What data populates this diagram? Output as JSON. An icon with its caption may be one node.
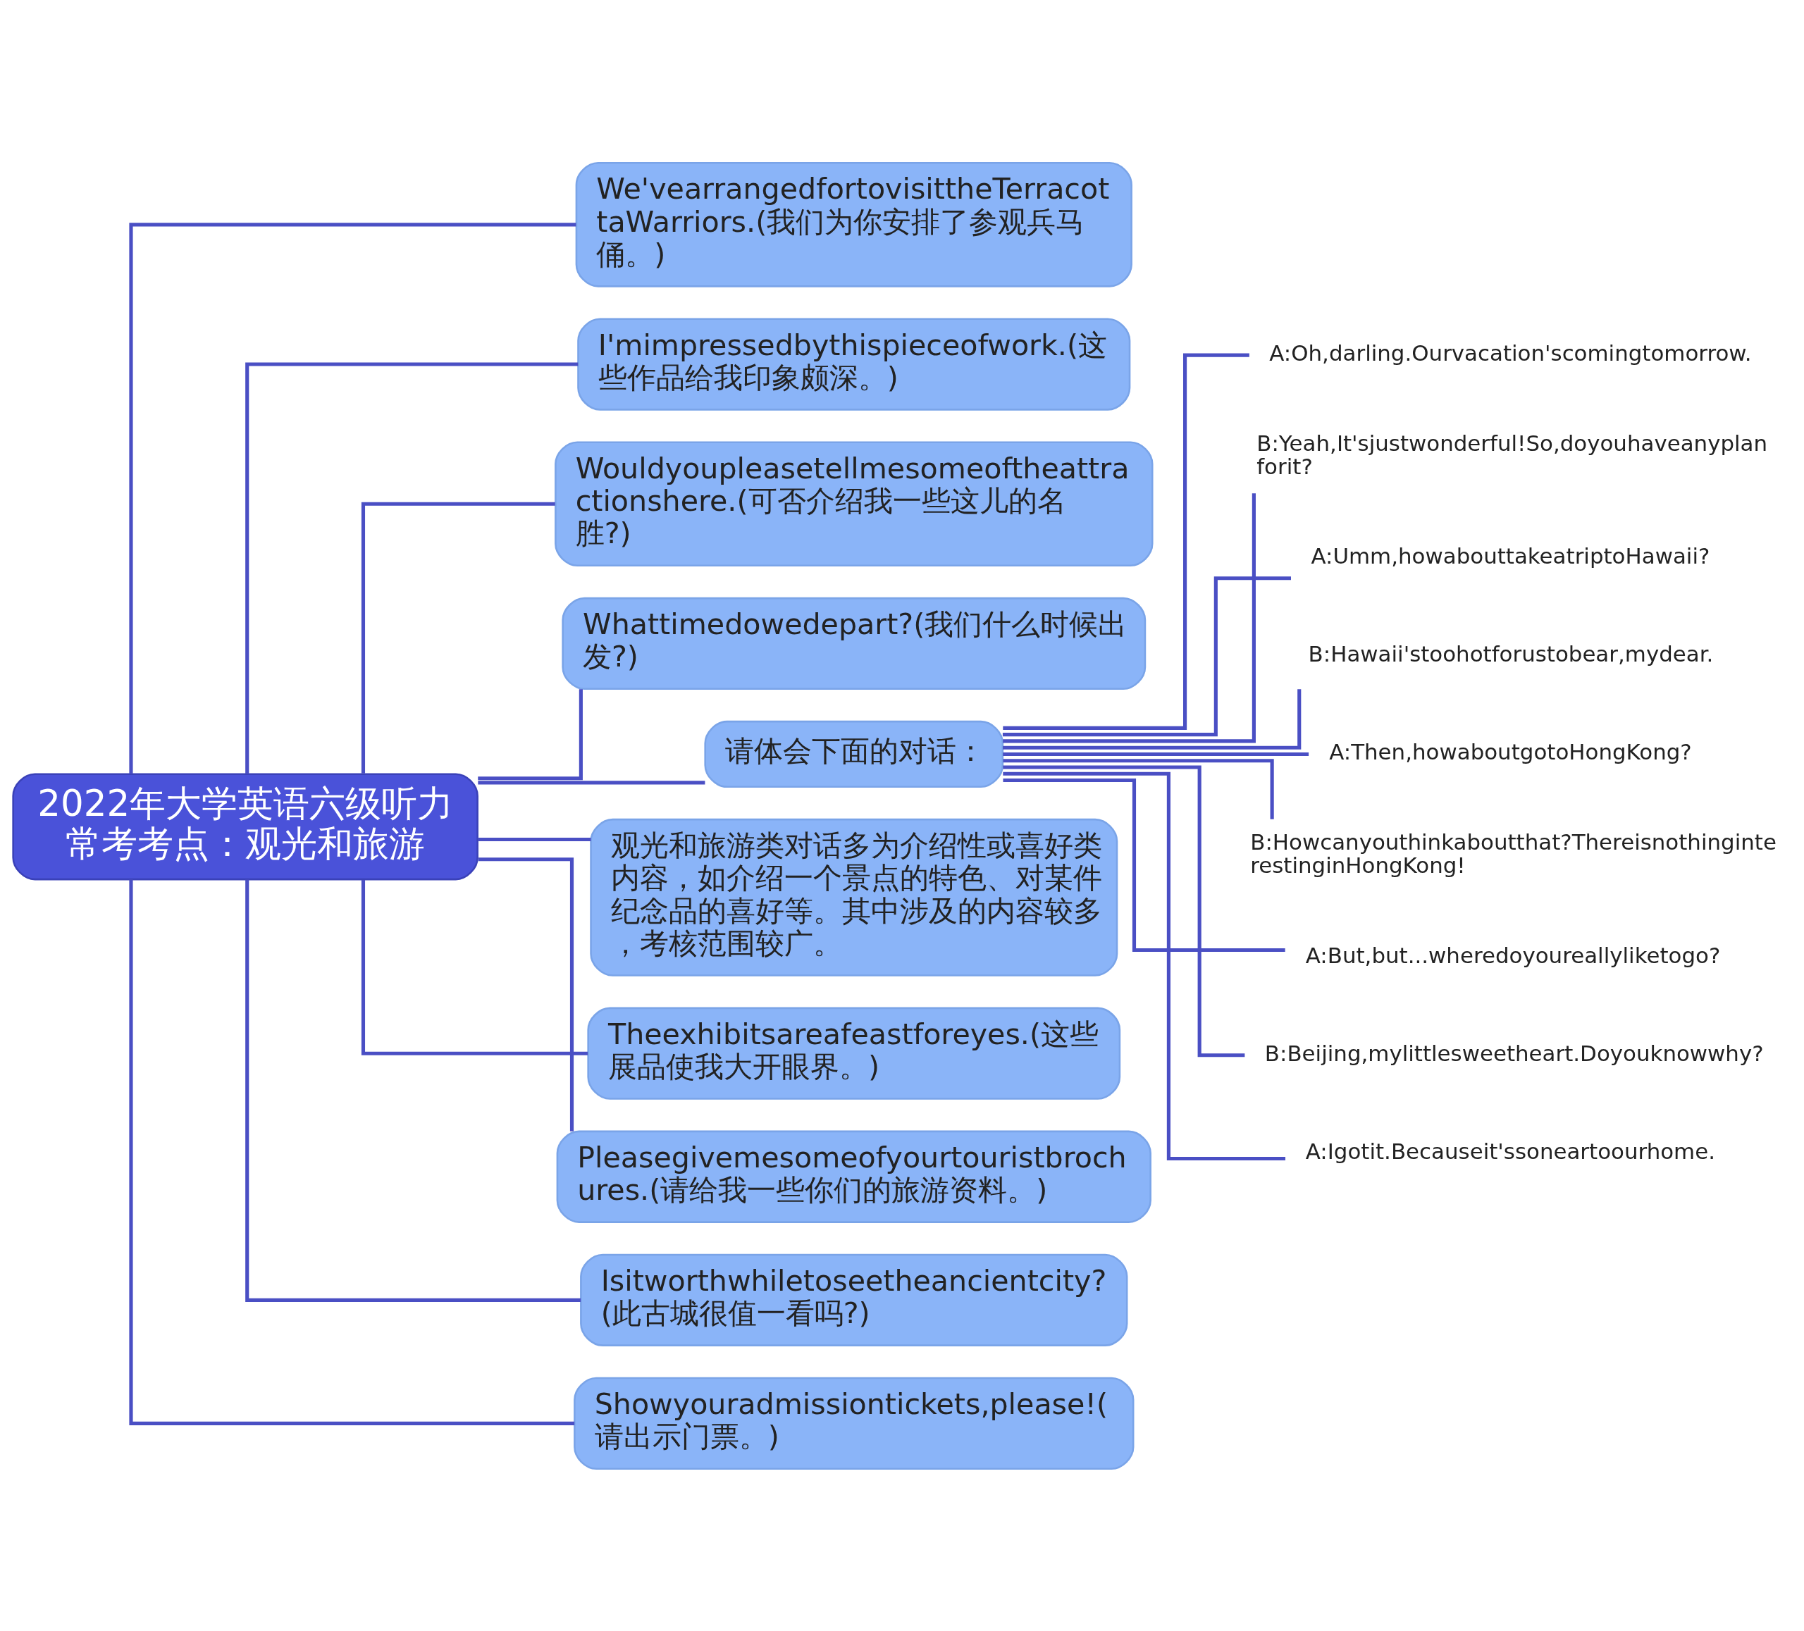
{
  "diagram": {
    "nodes": [
      {
        "text": [
          "2022年大学英语六级听力常考考点：观光和旅游"
        ]
      },
      {
        "text": [
          "We'vearrangedfortovisittheTerracottaWarriors.(我们为你安排了参观兵马俑。)"
        ]
      },
      {
        "text": [
          "I'mimpressedbythispieceofwork.(这些作品给我印象颇深。)"
        ]
      },
      {
        "text": [
          "Wouldyoupleasetellmesomeoftheattractionshere.(可否介绍我一些这儿的名胜?)"
        ]
      },
      {
        "text": [
          "Whattimedowedepart?(我们什么时候出发?)"
        ]
      },
      {
        "text": [
          "请体会下面的对话："
        ]
      },
      {
        "text": [
          "A:Oh,darling.Ourvacation'scomingtomorrow."
        ]
      },
      {
        "text": [
          "B:Yeah,It'sjustwonderful!So,doyouhaveanyplanforit?"
        ]
      },
      {
        "text": [
          "A:Umm,howabouttakeatriptoHawaii?"
        ]
      },
      {
        "text": [
          "B:Hawaii'stoohotforustobear,mydear."
        ]
      },
      {
        "text": [
          "A:Then,howaboutgotoHongKong?"
        ]
      },
      {
        "text": [
          "B:Howcanyouthinkaboutthat?ThereisnothinginterestinginHongKong!"
        ]
      },
      {
        "text": [
          "A:But,but...wheredoyoureallyliketogo?"
        ]
      },
      {
        "text": [
          "B:Beijing,mylittlesweetheart.Doyouknowwhy?"
        ]
      },
      {
        "text": [
          "A:Igotit.Becauseit'ssoneartoourhome."
        ]
      },
      {
        "text": [
          "观光和旅游类对话多为介绍性或喜好类内容，如介绍一个景点的特色、对某件纪念品的喜好等。其中涉及的内容较多，考核范围较广。"
        ]
      },
      {
        "text": [
          "Theexhibitsareafeastforeyes.(这些展品使我大开眼界。)"
        ]
      },
      {
        "text": [
          "Pleasegivemesomeofyourtouristbrochures.(请给我一些你们的旅游资料。)"
        ]
      },
      {
        "text": [
          "Isitworthwhiletoseetheancientcity?(此古城很值一看吗?)"
        ]
      },
      {
        "text": [
          "Showyouradmissiontickets,please!(请出示门票。)"
        ]
      }
    ],
    "edges": [
      {
        "from": 0,
        "to": 1,
        "arrow": "none"
      },
      {
        "from": 0,
        "to": 2,
        "arrow": "none"
      },
      {
        "from": 0,
        "to": 3,
        "arrow": "none"
      },
      {
        "from": 0,
        "to": 4,
        "arrow": "none"
      },
      {
        "from": 0,
        "to": 5,
        "arrow": "none"
      },
      {
        "from": 5,
        "to": 6,
        "arrow": "none"
      },
      {
        "from": 5,
        "to": 7,
        "arrow": "none"
      },
      {
        "from": 5,
        "to": 8,
        "arrow": "none"
      },
      {
        "from": 5,
        "to": 9,
        "arrow": "none"
      },
      {
        "from": 5,
        "to": 10,
        "arrow": "none"
      },
      {
        "from": 5,
        "to": 11,
        "arrow": "none"
      },
      {
        "from": 5,
        "to": 12,
        "arrow": "none"
      },
      {
        "from": 5,
        "to": 13,
        "arrow": "none"
      },
      {
        "from": 5,
        "to": 14,
        "arrow": "none"
      },
      {
        "from": 0,
        "to": 15,
        "arrow": "none"
      },
      {
        "from": 0,
        "to": 16,
        "arrow": "none"
      },
      {
        "from": 0,
        "to": 17,
        "arrow": "none"
      },
      {
        "from": 0,
        "to": 18,
        "arrow": "none"
      },
      {
        "from": 0,
        "to": 19,
        "arrow": "none"
      }
    ]
  }
}
